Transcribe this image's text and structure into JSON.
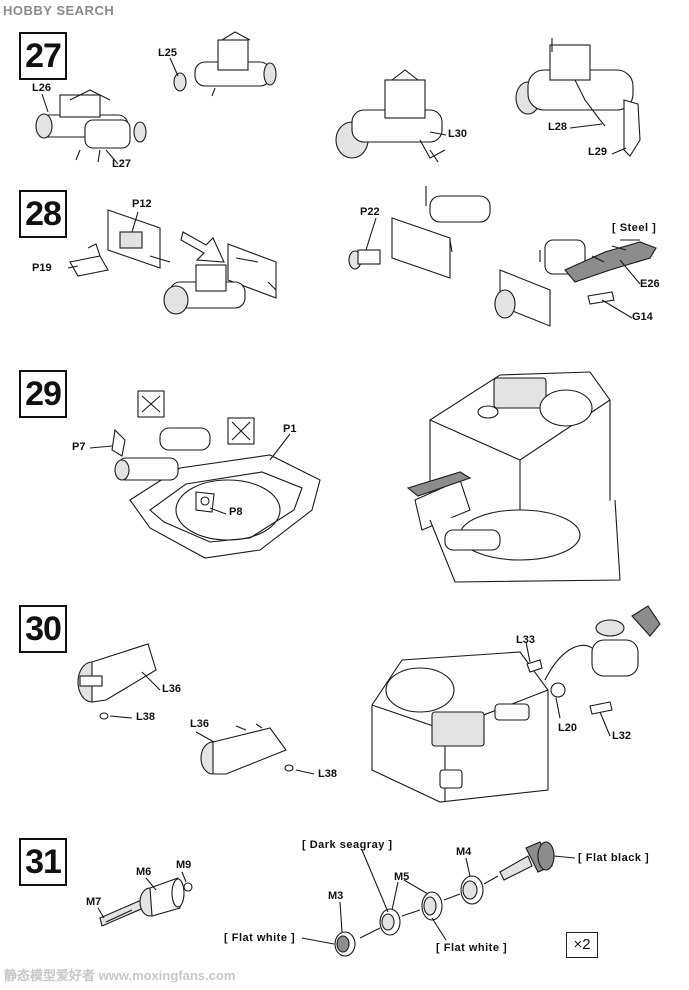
{
  "header": {
    "site": "HOBBY SEARCH"
  },
  "watermark": {
    "text": "静态模型爱好者 www.moxingfans.com"
  },
  "steps": {
    "s27": {
      "number": "27",
      "labels": {
        "l25": "L25",
        "l26": "L26",
        "l27": "L27",
        "l30": "L30",
        "l28": "L28",
        "l29": "L29"
      }
    },
    "s28": {
      "number": "28",
      "labels": {
        "p12": "P12",
        "p19": "P19",
        "p22": "P22",
        "e26": "E26",
        "g14": "G14"
      },
      "paint_steel": "[ Steel ]"
    },
    "s29": {
      "number": "29",
      "labels": {
        "p7": "P7",
        "p1": "P1",
        "p8": "P8"
      }
    },
    "s30": {
      "number": "30",
      "labels": {
        "l36a": "L36",
        "l38a": "L38",
        "l36b": "L36",
        "l38b": "L38",
        "l33": "L33",
        "l20": "L20",
        "l32": "L32"
      }
    },
    "s31": {
      "number": "31",
      "labels": {
        "m6": "M6",
        "m9": "M9",
        "m7": "M7",
        "m4": "M4",
        "m5": "M5",
        "m3": "M3"
      },
      "paint_dark_seagray": "[ Dark seagray ]",
      "paint_flat_black": "[ Flat black ]",
      "paint_flat_white_left": "[ Flat white ]",
      "paint_flat_white_right": "[ Flat white ]",
      "multiplier": "×2"
    }
  },
  "colors": {
    "ink": "#111111",
    "header": "#8a8a8a",
    "watermark": "#c8c8c8"
  }
}
